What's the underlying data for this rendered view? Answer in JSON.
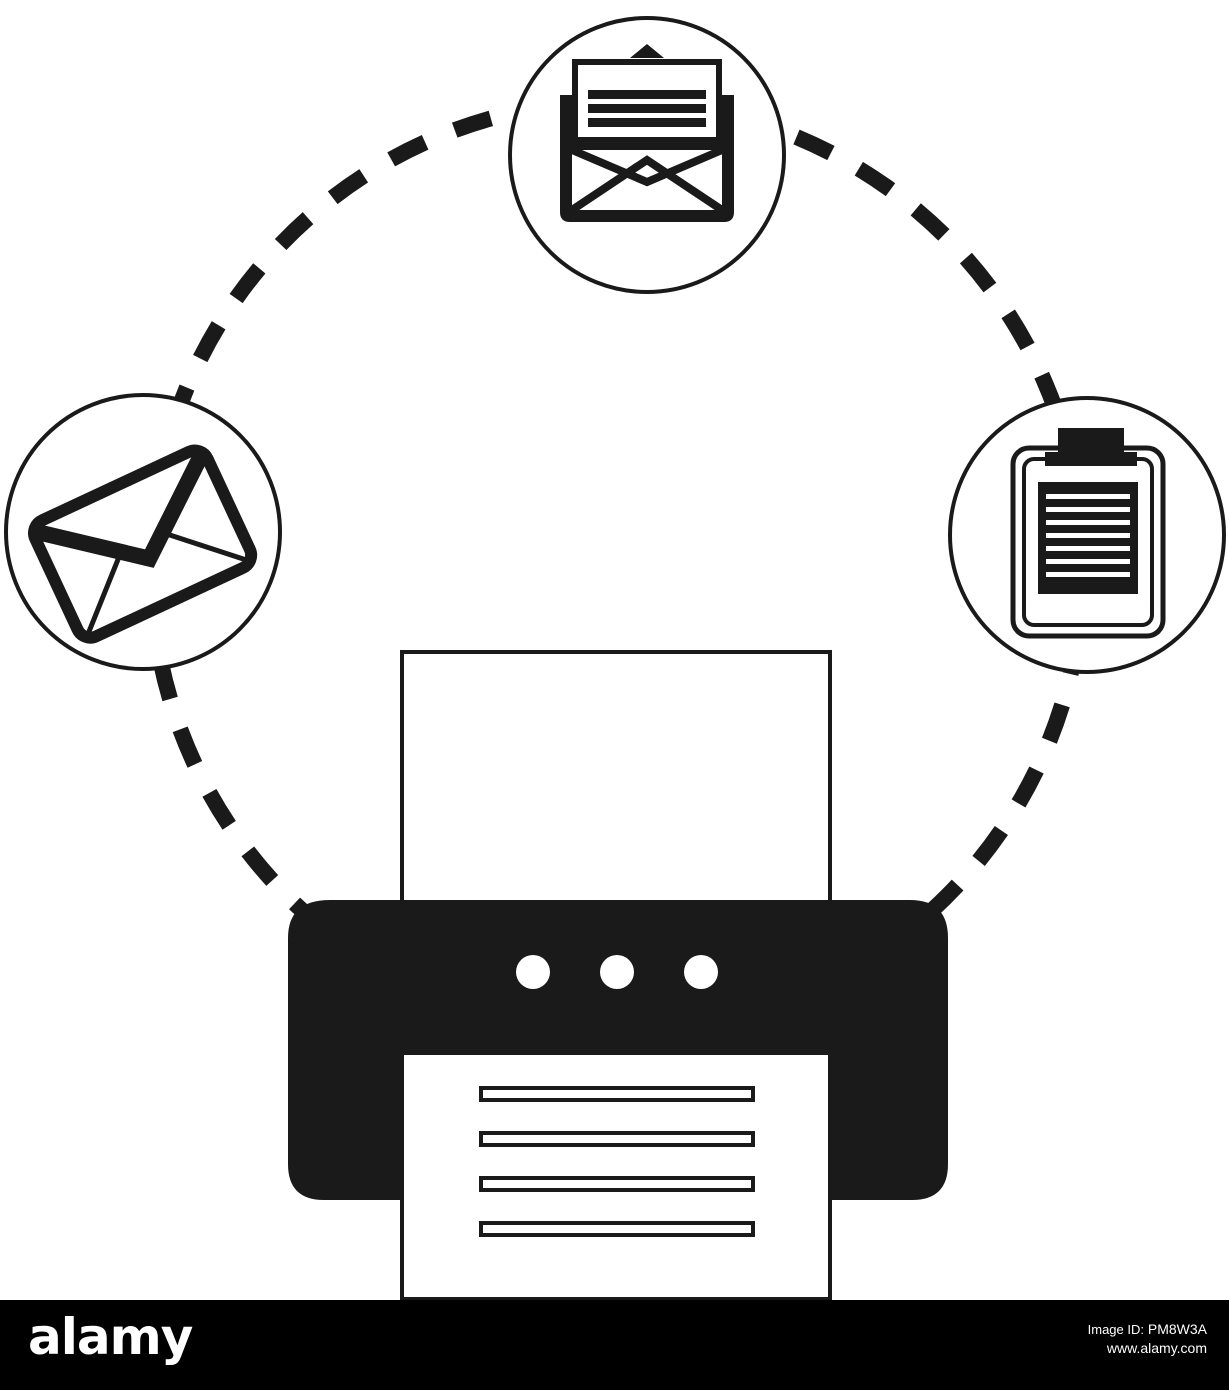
{
  "colors": {
    "ink": "#1a1a1a",
    "paper": "#ffffff",
    "footer_bg": "#000000",
    "footer_text": "#ffffff"
  },
  "icons": [
    "open-envelope-icon",
    "closed-envelope-icon",
    "clipboard-icon",
    "printer-icon"
  ],
  "footer": {
    "logo": "alamy",
    "image_id_label": "Image ID:",
    "image_id": "PM8W3A",
    "site": "www.alamy.com"
  }
}
